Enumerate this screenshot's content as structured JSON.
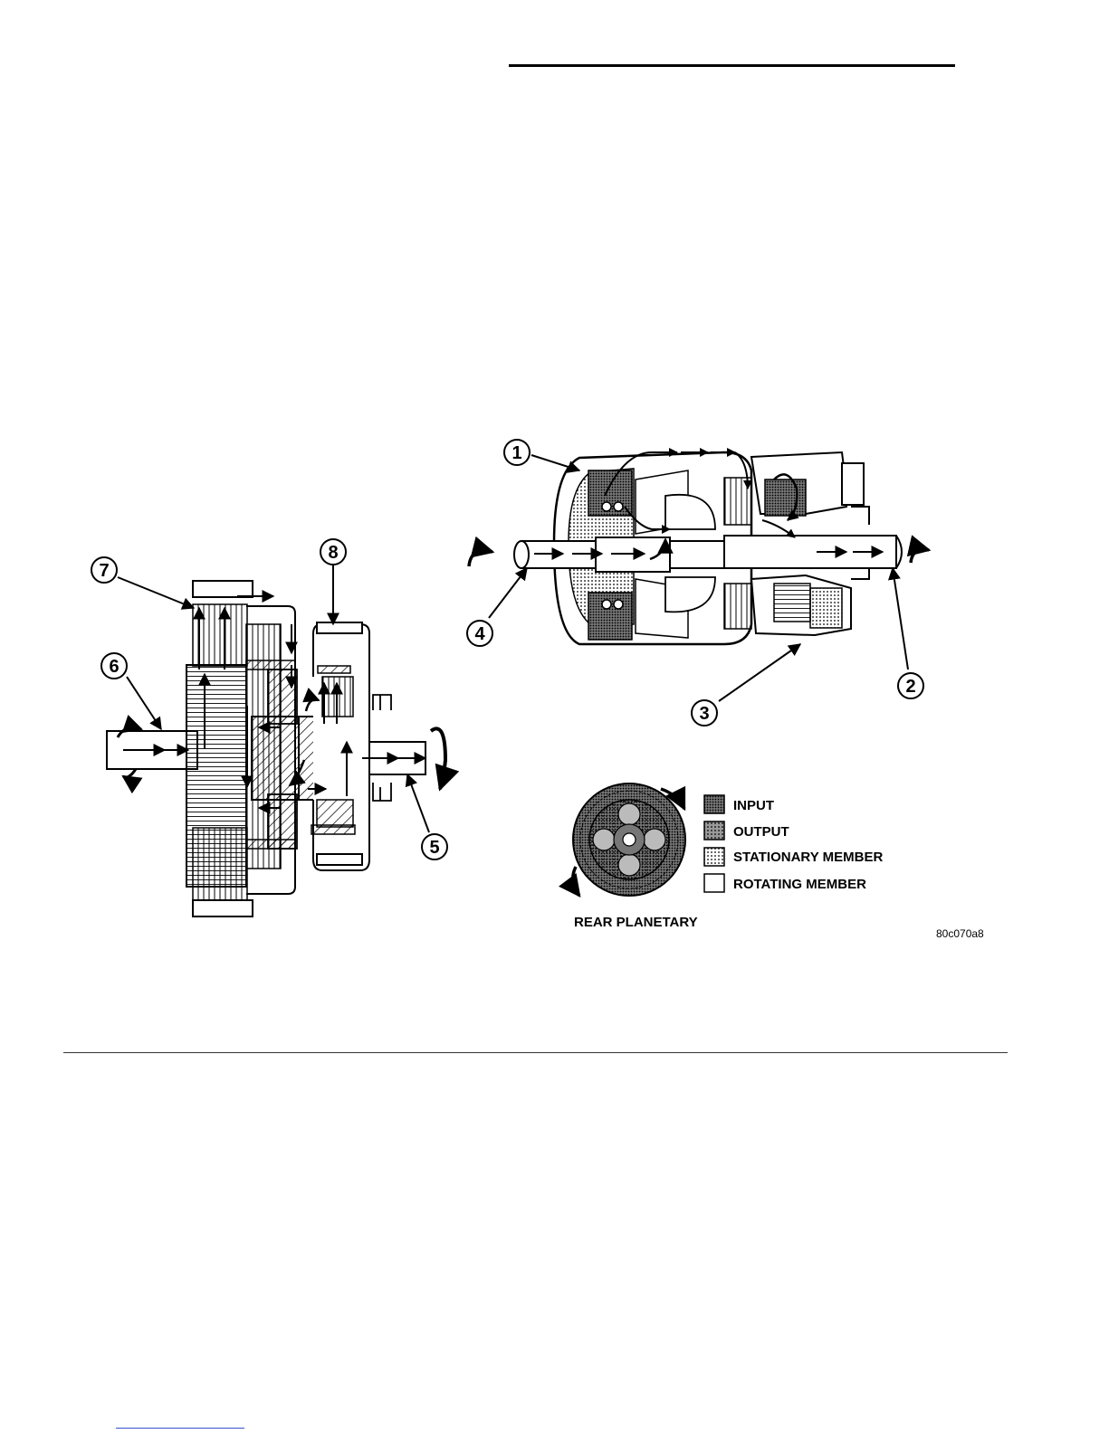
{
  "callouts": [
    "1",
    "2",
    "3",
    "4",
    "5",
    "6",
    "7",
    "8"
  ],
  "legend": {
    "items": [
      {
        "label": "INPUT",
        "fill": "#555555"
      },
      {
        "label": "OUTPUT",
        "fill": "#8a8a8a"
      },
      {
        "label": "STATIONARY MEMBER",
        "fill": "#cfcfcf"
      },
      {
        "label": "ROTATING MEMBER",
        "fill": "#ffffff"
      }
    ]
  },
  "planetary_caption": "REAR PLANETARY",
  "figure_code": "80c070a8"
}
